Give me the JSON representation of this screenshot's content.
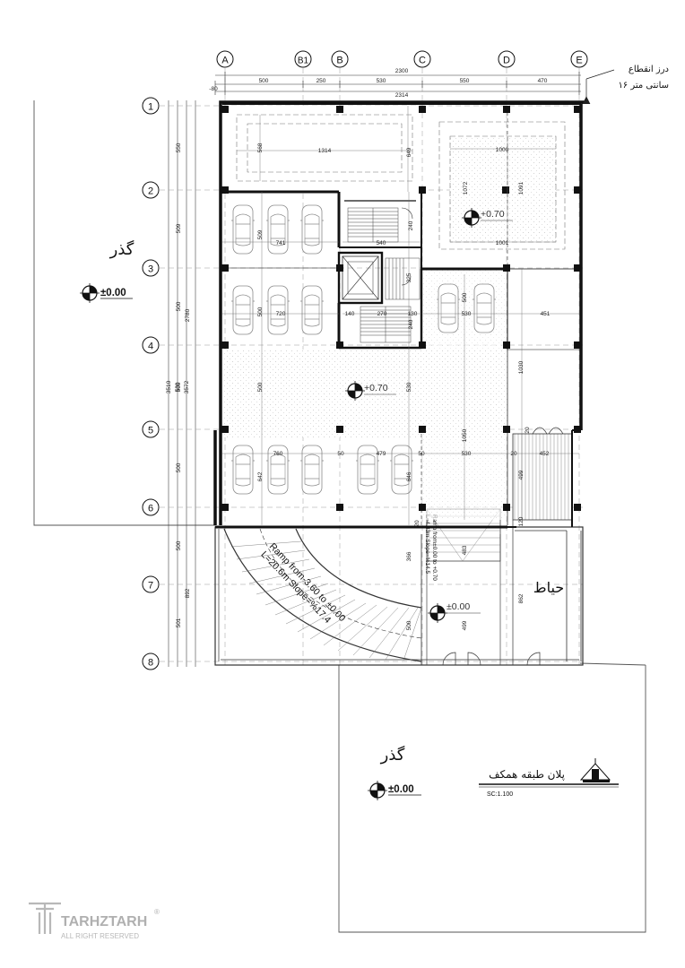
{
  "grid_columns": [
    "A",
    "B1",
    "B",
    "C",
    "D",
    "E"
  ],
  "grid_rows": [
    "1",
    "2",
    "3",
    "4",
    "5",
    "6",
    "7",
    "8"
  ],
  "top_dims": {
    "overall_top": "2300",
    "overall_bottom": "2314",
    "offset": "-80",
    "segments": [
      "500",
      "250",
      "530",
      "550",
      "470"
    ]
  },
  "left_dims": {
    "row_spans": [
      "550",
      "509",
      "500",
      "500",
      "500",
      "500",
      "501"
    ],
    "group_a": "2780",
    "group_b": "3510",
    "group_c": "3572",
    "group_d": "892",
    "mid": "530"
  },
  "interior_dims": {
    "pool_len": "1314",
    "pool_w": "568",
    "pool_depth": "649",
    "court_w": "1000",
    "court_w2": "1001",
    "court_h": "1072",
    "court_h2": "1091",
    "stair_top": "240",
    "stair_w": "540",
    "stair_lower_a": "140",
    "stair_lower_b": "270",
    "stair_lower_c": "130",
    "stair_lower_h": "240",
    "elev_gap": "325",
    "park_a": "741",
    "park_a_h": "509",
    "park_b": "720",
    "park_b_h": "500",
    "park_c": "530",
    "park_c_h": "500",
    "right_room": "451",
    "right_room_h": "1030",
    "center_h": "500",
    "center_h2": "530",
    "center_main": "1050",
    "lower_a": "760",
    "lower_a_h": "642",
    "lower_gap1": "50",
    "lower_b": "479",
    "lower_b_h": "646",
    "lower_gap2": "50",
    "lower_c": "530",
    "yard_w": "452",
    "yard_h": "499",
    "yard_gap": "20",
    "yard_gap2": "20",
    "yard_gap3": "120",
    "ramp2_h": "366",
    "ramp2_len": "483",
    "south_a": "500",
    "south_b": "499",
    "south_c": "862",
    "corner_20": "20"
  },
  "levels": {
    "street_west": "±0.00",
    "street_south": "±0.00",
    "court_top": "+0.70",
    "center": "+0.70",
    "south_entry": "±0.00"
  },
  "labels": {
    "street_west": "گذر",
    "street_south": "گذر",
    "yard": "حیاط",
    "joint_line1": "درز انقطاع",
    "joint_line2": "۱۶ سانتی متر",
    "ramp_main_line1": "Ramp from-3.60 to ±0.00",
    "ramp_main_line2": "L=20.6m Slope=%17.4",
    "ramp_small_line1": "Ramp from±0.00 to +0.70",
    "ramp_small_line2": "L=4.83m Slope=%14.5",
    "plan_title": "پلان طبقه همکف",
    "scale": "SC:1.100"
  },
  "logo": {
    "brand": "TARHZTARH",
    "tagline": "ALL RIGHT RESERVED",
    "mark": "®"
  }
}
